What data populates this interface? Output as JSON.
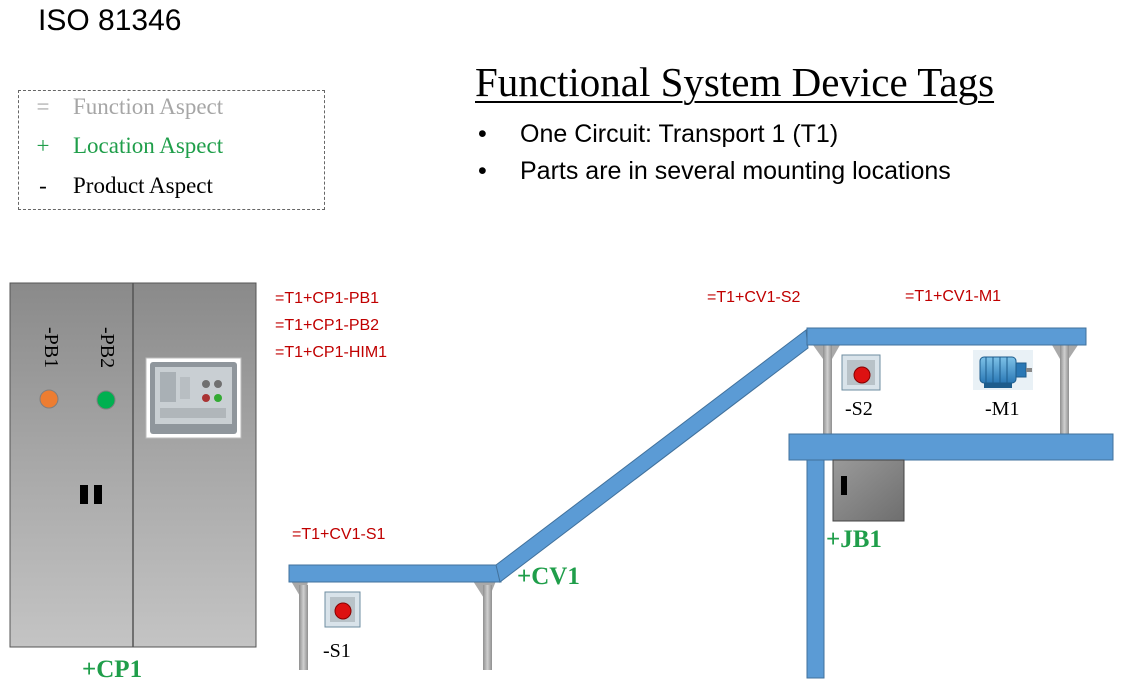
{
  "corner_title": "ISO 81346",
  "legend": [
    {
      "symbol": "=",
      "label": "Function Aspect",
      "color": "#a6a6a6"
    },
    {
      "symbol": "+",
      "label": "Location Aspect",
      "color": "#1f9e4a"
    },
    {
      "symbol": "-",
      "label": "Product Aspect",
      "color": "#000000"
    }
  ],
  "title": "Functional System Device Tags",
  "bullets": [
    {
      "symbol": "•",
      "text": "One Circuit: Transport 1 (T1)"
    },
    {
      "symbol": "•",
      "text": "Parts are in several mounting locations"
    }
  ],
  "tags": {
    "pb1": "=T1+CP1-PB1",
    "pb2": "=T1+CP1-PB2",
    "him1": "=T1+CP1-HIM1",
    "s1": "=T1+CV1-S1",
    "s2": "=T1+CV1-S2",
    "m1": "=T1+CV1-M1"
  },
  "locations": {
    "cp1": "+CP1",
    "cv1": "+CV1",
    "jb1": "+JB1"
  },
  "devices": {
    "pb1": "-PB1",
    "pb2": "-PB2",
    "s1": "-S1",
    "s2": "-S2",
    "m1": "-M1"
  },
  "colors": {
    "function": "#a6a6a6",
    "location": "#1f9e4a",
    "tag": "#c00000",
    "conveyor": "#5b9bd5",
    "pb1_lamp": "#ed7d31",
    "pb2_lamp": "#00b050"
  }
}
